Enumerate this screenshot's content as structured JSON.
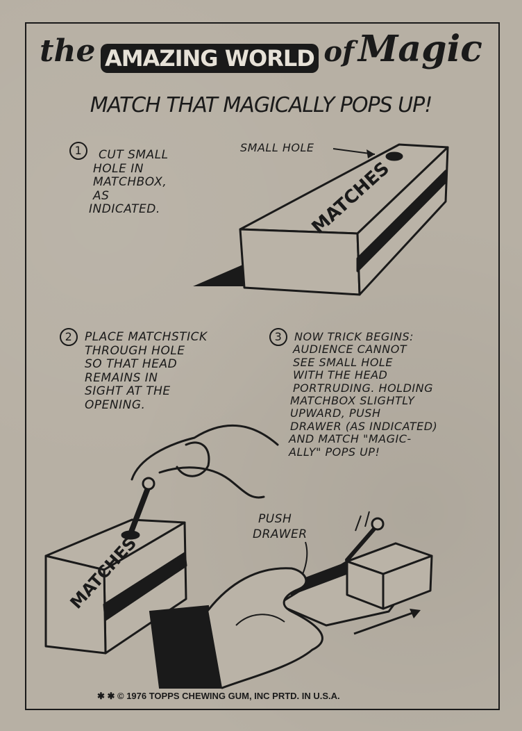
{
  "header": {
    "title_the": "the",
    "title_amazing": "AMAZING WORLD",
    "title_of": "of",
    "title_magic": "Magic",
    "subtitle": "MATCH THAT MAGICALLY POPS UP!"
  },
  "step1": {
    "number": "1",
    "lines": [
      "Cut small",
      "hole in",
      "matchbox,",
      "as",
      "indicated."
    ],
    "label_small_hole": "SMALL HOLE",
    "box_label": "MATCHES"
  },
  "step2": {
    "number": "2",
    "lines": [
      "Place matchstick",
      "through hole",
      "so that head",
      "remains in",
      "sight at the",
      "opening."
    ],
    "box_label": "MATCHES"
  },
  "step3": {
    "number": "3",
    "lines": [
      "Now trick begins:",
      "audience cannot",
      "see small hole",
      "with the head",
      "portruding. Holding",
      "matchbox slightly",
      "upward, push",
      "drawer (as indicated)",
      "and match \"magic-",
      "ally\" pops up!"
    ],
    "label_push": "PUSH",
    "label_drawer": "DRAWER"
  },
  "footer": {
    "text": "✱ ✱ © 1976 TOPPS CHEWING GUM, INC PRTD. IN U.S.A."
  }
}
